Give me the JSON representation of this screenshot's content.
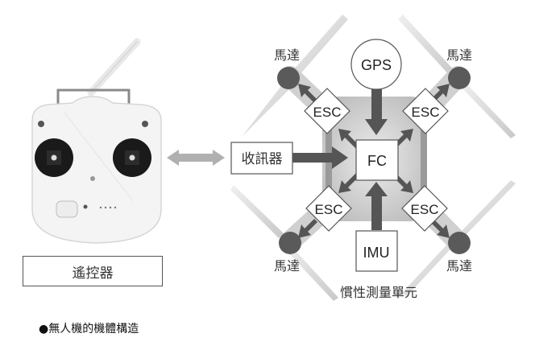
{
  "caption": "●無人機的機體構造",
  "remote": {
    "label": "遙控器"
  },
  "diagram": {
    "receiver": "收訊器",
    "fc": "FC",
    "gps": "GPS",
    "imu": "IMU",
    "imu_full": "慣性測量單元",
    "esc_labels": [
      "ESC",
      "ESC",
      "ESC",
      "ESC"
    ],
    "motor_labels": [
      "馬達",
      "馬達",
      "馬達",
      "馬達"
    ]
  },
  "colors": {
    "arrow": "#555555",
    "link_arrow": "#b0b0b0",
    "motor": "#5a5a5a",
    "body": "#d8d8d8"
  }
}
